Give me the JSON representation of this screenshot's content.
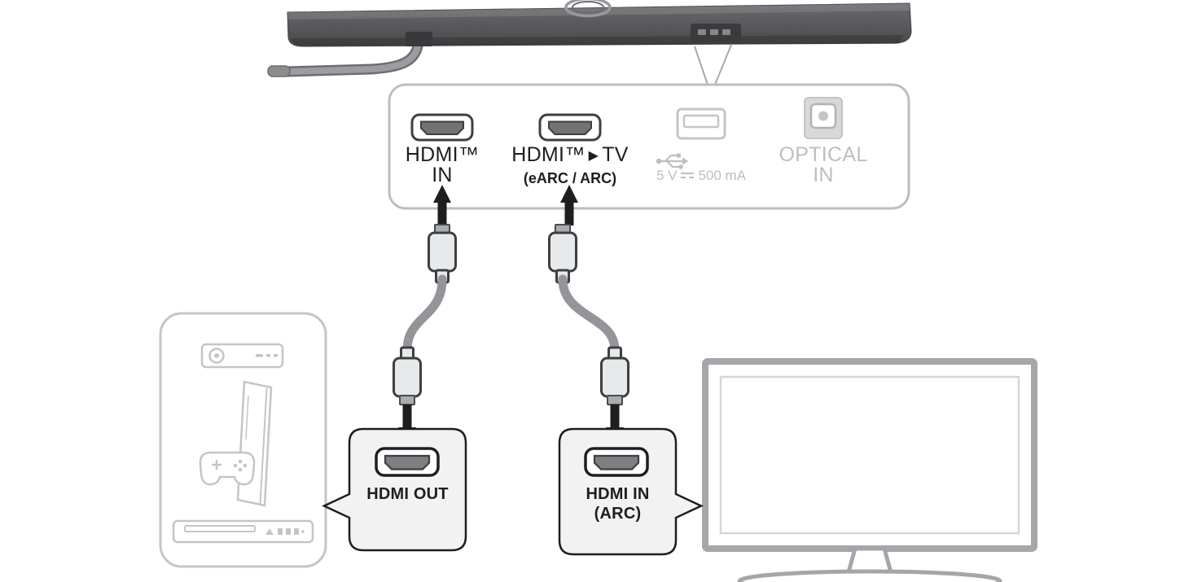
{
  "panel": {
    "hdmi_in": {
      "name": "HDMI™",
      "direction": "IN"
    },
    "hdmi_tv": {
      "name": "HDMI™",
      "arrow_icon": "▶",
      "target": "TV",
      "modes": "(eARC / ARC)"
    },
    "usb": {
      "voltage": "5 V",
      "current": "500 mA"
    },
    "optical": {
      "name": "OPTICAL",
      "direction": "IN"
    }
  },
  "callouts": {
    "source": {
      "label": "HDMI OUT"
    },
    "tv": {
      "label": "HDMI IN",
      "sub_label": "(ARC)"
    }
  },
  "colors": {
    "soundbar_dark": "#58595b",
    "panel_outline": "#bcbec0",
    "cable": "#939598",
    "text": "#1e1e20",
    "muted": "#bcbec0",
    "callout_fill": "#f2f2f3"
  }
}
